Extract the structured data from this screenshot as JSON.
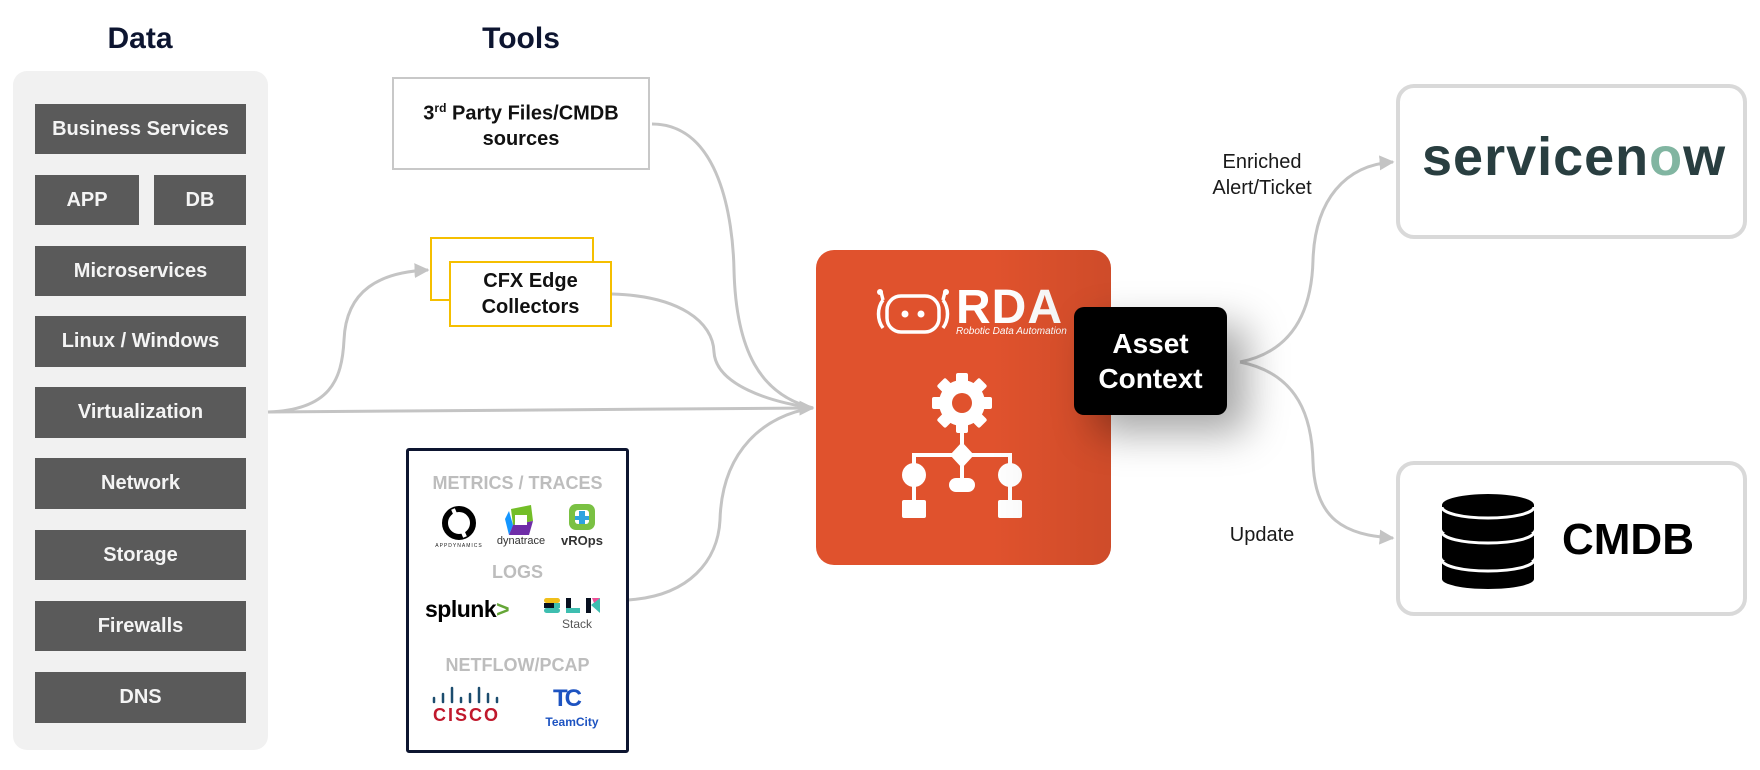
{
  "headings": {
    "data": "Data",
    "tools": "Tools"
  },
  "data_items": {
    "business_services": "Business Services",
    "app": "APP",
    "db": "DB",
    "microservices": "Microservices",
    "linux_windows": "Linux / Windows",
    "virtualization": "Virtualization",
    "network": "Network",
    "storage": "Storage",
    "firewalls": "Firewalls",
    "dns": "DNS"
  },
  "tools": {
    "third_party": {
      "prefix": "3",
      "superscript": "rd",
      "line1_rest": " Party Files/CMDB",
      "line2": "sources"
    },
    "cfx": {
      "line1": "CFX Edge",
      "line2": "Collectors"
    },
    "catalog": {
      "metrics_label": "METRICS / TRACES",
      "logs_label": "LOGS",
      "netflow_label": "NETFLOW/PCAP",
      "logos": {
        "appdynamics": "APPDYNAMICS",
        "dynatrace": "dynatrace",
        "vrops": "vROps",
        "splunk": "splunk",
        "splunk_mark": ">",
        "elk": "Stack",
        "cisco": "CISCO",
        "teamcity": "TeamCity",
        "teamcity_mark": "TC"
      }
    }
  },
  "rda": {
    "title": "RDA",
    "subtitle": "Robotic Data Automation",
    "asset_context_line1": "Asset",
    "asset_context_line2": "Context"
  },
  "outputs": {
    "enriched_label_line1": "Enriched",
    "enriched_label_line2": "Alert/Ticket",
    "update_label": "Update",
    "servicenow": {
      "prefix": "servicen",
      "o": "o",
      "suffix": "w"
    },
    "cmdb": "CMDB"
  },
  "colors": {
    "heading": "#0d1530",
    "data_item_bg": "#5a5a5a",
    "panel_bg": "#f1f1f1",
    "cfx_border": "#f5bf00",
    "rda_orange": "#e0522d",
    "connector": "#c4c4c4",
    "servicenow_dark": "#293e40",
    "servicenow_green": "#81b5a1"
  }
}
